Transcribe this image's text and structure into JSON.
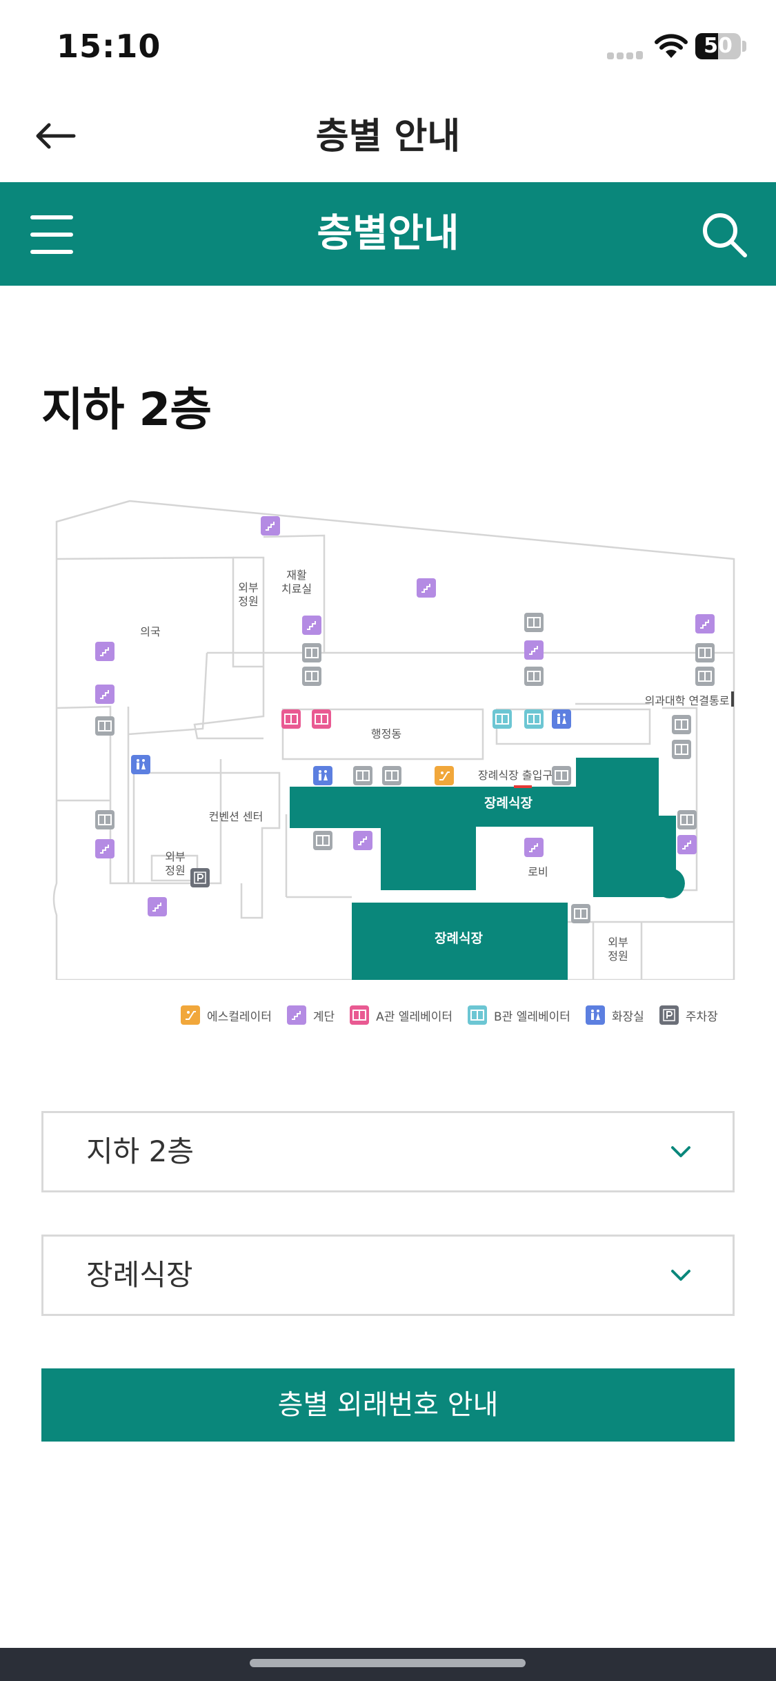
{
  "status_bar": {
    "time": "15:10",
    "battery": "50",
    "battery_level_percent": 50
  },
  "nav": {
    "title": "층별 안내",
    "back_icon": "arrow-left-icon"
  },
  "green_bar": {
    "title": "층별안내",
    "menu_icon": "hamburger-menu-icon",
    "search_icon": "search-icon",
    "color": "#0a877b"
  },
  "floor": {
    "title": "지하 2층"
  },
  "map": {
    "labels": {
      "pharmacy": "의국",
      "outer_garden_1": "외부\n정원",
      "rehab": "재활\n치료실",
      "med_school_passage": "의과대학 연결통로",
      "admin": "행정동",
      "funeral_entrance": "장례식장 출입구",
      "funeral_hall_1": "장례식장",
      "convention": "컨벤션 센터",
      "outer_garden_2": "외부\n정원",
      "lobby": "로비",
      "funeral_hall_2": "장례식장",
      "outer_garden_3": "외부\n정원"
    },
    "highlight_color": "#0a877b"
  },
  "legend": [
    {
      "icon": "escalator-icon",
      "label": "에스컬레이터"
    },
    {
      "icon": "stairs-icon",
      "label": "계단"
    },
    {
      "icon": "elevator-a-icon",
      "label": "A관 엘레베이터"
    },
    {
      "icon": "elevator-b-icon",
      "label": "B관 엘레베이터"
    },
    {
      "icon": "restroom-icon",
      "label": "화장실"
    },
    {
      "icon": "parking-icon",
      "label": "주차장"
    }
  ],
  "selects": {
    "floor": {
      "value": "지하 2층"
    },
    "facility": {
      "value": "장례식장"
    }
  },
  "button": {
    "label": "층별 외래번호 안내"
  }
}
